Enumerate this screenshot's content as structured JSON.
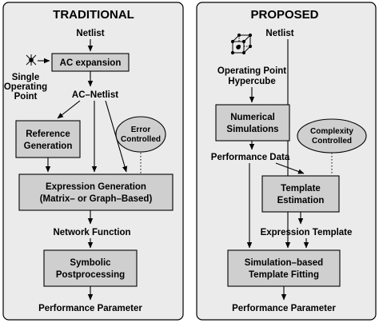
{
  "traditional": {
    "title": "TRADITIONAL",
    "netlist": "Netlist",
    "ac_expansion": "AC expansion",
    "operating_point": [
      "Single",
      "Operating",
      "Point"
    ],
    "ac_netlist": "AC–Netlist",
    "reference_generation": [
      "Reference",
      "Generation"
    ],
    "error_controlled": [
      "Error",
      "Controlled"
    ],
    "expression_generation": [
      "Expression Generation",
      "(Matrix– or Graph–Based)"
    ],
    "network_function": "Network Function",
    "symbolic_postprocessing": [
      "Symbolic",
      "Postprocessing"
    ],
    "performance_parameter": "Performance Parameter"
  },
  "proposed": {
    "title": "PROPOSED",
    "netlist": "Netlist",
    "operating_point_hypercube": [
      "Operating Point",
      "Hypercube"
    ],
    "numerical_simulations": [
      "Numerical",
      "Simulations"
    ],
    "complexity_controlled": [
      "Complexity",
      "Controlled"
    ],
    "performance_data": "Performance Data",
    "template_estimation": [
      "Template",
      "Estimation"
    ],
    "expression_template": "Expression Template",
    "template_fitting": [
      "Simulation–based",
      "Template Fitting"
    ],
    "performance_parameter": "Performance Parameter"
  }
}
